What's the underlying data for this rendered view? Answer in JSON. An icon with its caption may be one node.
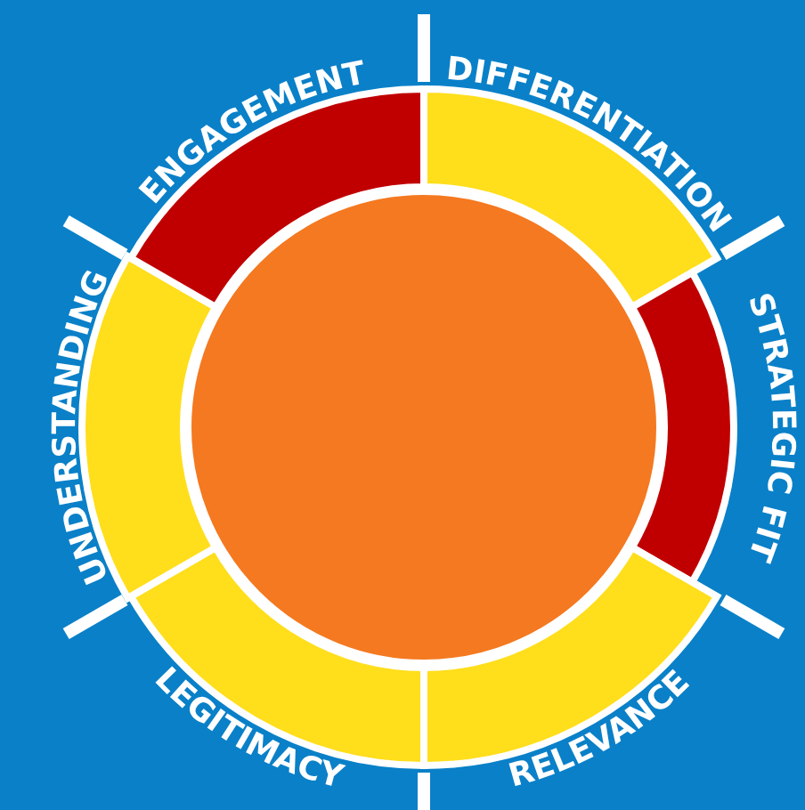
{
  "diagram": {
    "nodes": [
      {
        "text": [],
        "shape": "circle"
      },
      {
        "text": [
          "DIFFERENTIATION"
        ]
      },
      {
        "text": [
          "STRATEGIC FIT"
        ]
      },
      {
        "text": [
          "RELEVANCE"
        ]
      },
      {
        "text": [
          "LEGITIMACY"
        ]
      },
      {
        "text": [
          "UNDERSTANDING"
        ]
      },
      {
        "text": [
          "ENGAGEMENT"
        ]
      }
    ]
  }
}
